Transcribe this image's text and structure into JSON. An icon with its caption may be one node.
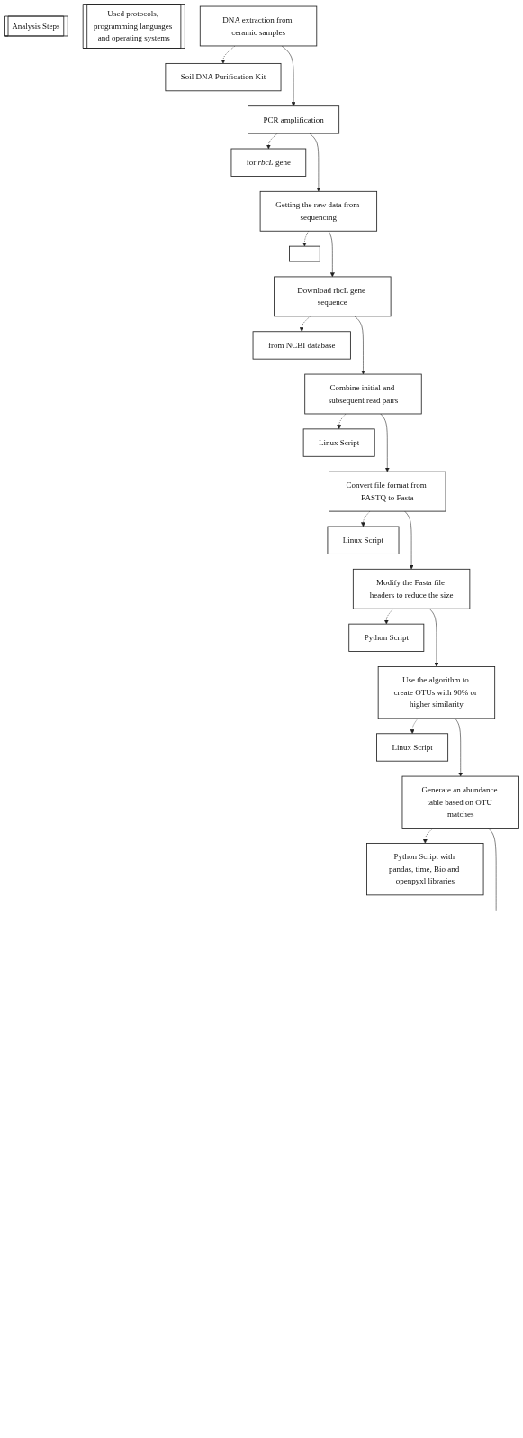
{
  "diagram": {
    "nodes": [
      {
        "text": [
          "Analysis Steps"
        ]
      },
      {
        "text": [
          "Used protocols, programming languages and operating systems"
        ]
      },
      {
        "text": [
          "DNA extraction from ceramic samples"
        ]
      },
      {
        "text": [
          "Soil DNA Purification Kit"
        ]
      },
      {
        "text": [
          "PCR amplification"
        ]
      },
      {
        "text": [
          "for *rbcL* gene"
        ]
      },
      {
        "text": [
          "Getting the raw data from sequencing"
        ]
      },
      {
        "text": [],
        "shape": "box"
      },
      {
        "text": [
          "Download rbcL gene sequence"
        ]
      },
      {
        "text": [
          "from NCBI database"
        ]
      },
      {
        "text": [
          "Combine initial and subsequent read pairs"
        ]
      },
      {
        "text": [
          "Linux Script"
        ]
      },
      {
        "text": [
          "Convert file format from FASTQ to Fasta"
        ]
      },
      {
        "text": [
          "Linux Script"
        ]
      },
      {
        "text": [
          "Modify the Fasta file headers to reduce the size"
        ]
      },
      {
        "text": [
          "Python Script"
        ]
      },
      {
        "text": [
          "Use the algorithm to create OTUs with 90% or higher similarity"
        ]
      },
      {
        "text": [
          "Linux Script"
        ]
      },
      {
        "text": [
          "Generate an abundance table based on OTU matches"
        ]
      },
      {
        "text": [
          "Python Script with pandas, time, Bio and openpyxl libraries"
        ]
      }
    ],
    "edges": [
      {
        "from": 2,
        "to": 3,
        "arrow": "to",
        "style": "dashed"
      },
      {
        "from": 2,
        "to": 4,
        "arrow": "to"
      },
      {
        "from": 4,
        "to": 5,
        "arrow": "to",
        "style": "dashed"
      },
      {
        "from": 4,
        "to": 6,
        "arrow": "to"
      },
      {
        "from": 6,
        "to": 7,
        "arrow": "to",
        "style": "dashed"
      },
      {
        "from": 6,
        "to": 8,
        "arrow": "to"
      },
      {
        "from": 8,
        "to": 9,
        "arrow": "to",
        "style": "dashed"
      },
      {
        "from": 8,
        "to": 10,
        "arrow": "to"
      },
      {
        "from": 10,
        "to": 11,
        "arrow": "to",
        "style": "dashed"
      },
      {
        "from": 10,
        "to": 12,
        "arrow": "to"
      },
      {
        "from": 12,
        "to": 13,
        "arrow": "to",
        "style": "dashed"
      },
      {
        "from": 12,
        "to": 14,
        "arrow": "to"
      },
      {
        "from": 14,
        "to": 15,
        "arrow": "to",
        "style": "dashed"
      },
      {
        "from": 14,
        "to": 16,
        "arrow": "to"
      },
      {
        "from": 16,
        "to": 17,
        "arrow": "to",
        "style": "dashed"
      },
      {
        "from": 16,
        "to": 18,
        "arrow": "to"
      },
      {
        "from": 18,
        "to": 19,
        "arrow": "to",
        "style": "dashed"
      },
      {
        "from": 18,
        "to": null,
        "arrow": "none"
      }
    ]
  }
}
